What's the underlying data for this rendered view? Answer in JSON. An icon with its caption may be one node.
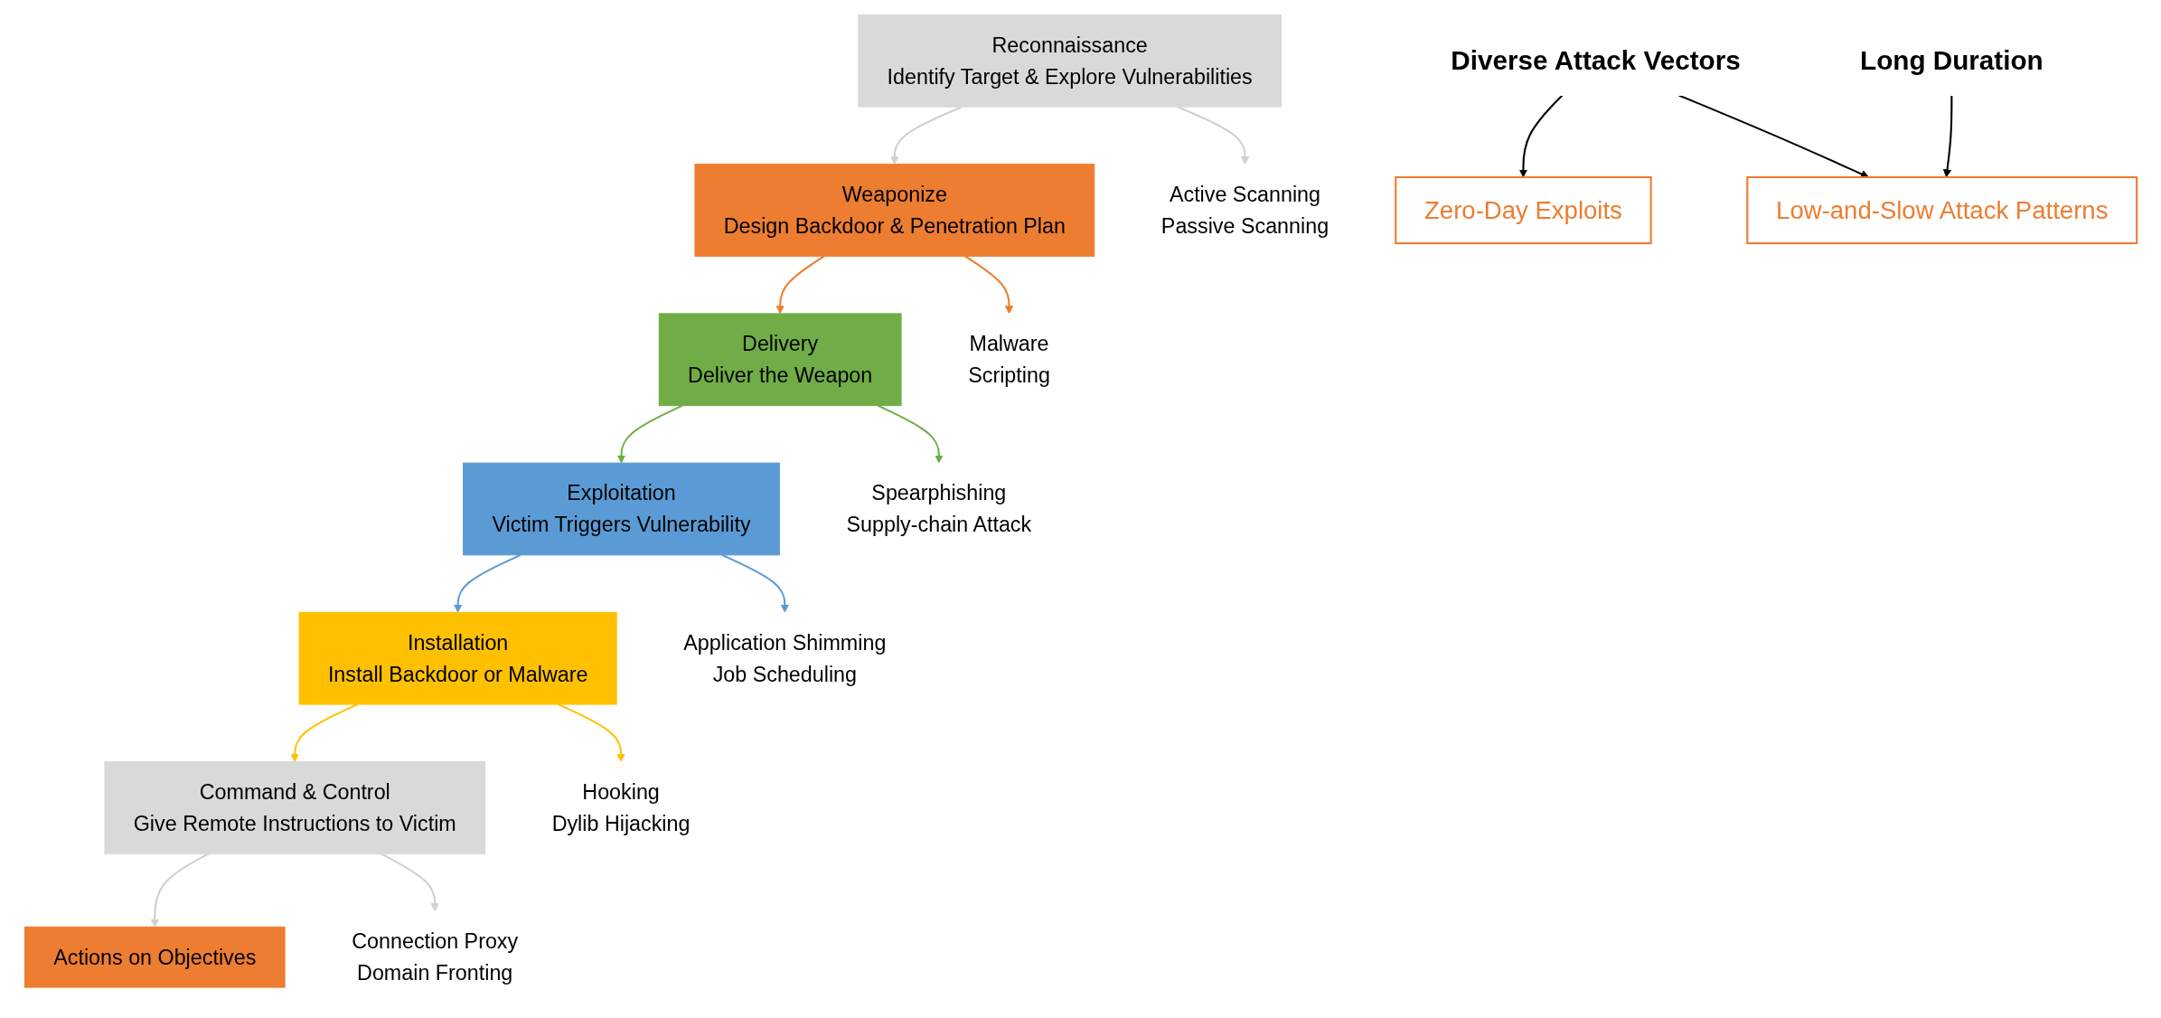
{
  "diagram": {
    "nodes": [
      {
        "text": [
          "Reconnaissance",
          "Identify Target & Explore Vulnerabilities"
        ]
      },
      {
        "text": [
          "Weaponize",
          "Design Backdoor & Penetration Plan"
        ]
      },
      {
        "text": [
          "Delivery",
          "Deliver the Weapon"
        ]
      },
      {
        "text": [
          "Exploitation",
          "Victim Triggers Vulnerability"
        ]
      },
      {
        "text": [
          "Installation",
          "Install Backdoor or Malware"
        ]
      },
      {
        "text": [
          "Command & Control",
          "Give Remote Instructions to Victim"
        ]
      },
      {
        "text": [
          "Actions on Objectives"
        ]
      },
      {
        "text": [
          "Active Scanning",
          "Passive Scanning"
        ]
      },
      {
        "text": [
          "Malware",
          "Scripting"
        ]
      },
      {
        "text": [
          "Spearphishing",
          "Supply-chain Attack"
        ]
      },
      {
        "text": [
          "Application Shimming",
          "Job Scheduling"
        ]
      },
      {
        "text": [
          "Hooking",
          "Dylib Hijacking"
        ]
      },
      {
        "text": [
          "Connection Proxy",
          "Domain Fronting"
        ]
      },
      {
        "text": [
          "Diverse Attack Vectors"
        ]
      },
      {
        "text": [
          "Zero-Day Exploits"
        ]
      },
      {
        "text": [
          "Long Duration"
        ]
      },
      {
        "text": [
          "Low-and-Slow Attack Patterns"
        ]
      }
    ],
    "edges": [
      {
        "from": 0,
        "to": 1,
        "arrow": "to",
        "color": "#d0d0d0"
      },
      {
        "from": 1,
        "to": 2,
        "arrow": "to",
        "color": "#ed7d31"
      },
      {
        "from": 2,
        "to": 3,
        "arrow": "to",
        "color": "#70ad47"
      },
      {
        "from": 3,
        "to": 4,
        "arrow": "to",
        "color": "#5b9bd5"
      },
      {
        "from": 4,
        "to": 5,
        "arrow": "to",
        "color": "#ffc000"
      },
      {
        "from": 5,
        "to": 6,
        "arrow": "to",
        "color": "#d0d0d0"
      },
      {
        "from": 0,
        "to": 7,
        "arrow": "to",
        "color": "#d0d0d0"
      },
      {
        "from": 1,
        "to": 8,
        "arrow": "to",
        "color": "#ed7d31"
      },
      {
        "from": 2,
        "to": 9,
        "arrow": "to",
        "color": "#70ad47"
      },
      {
        "from": 3,
        "to": 10,
        "arrow": "to",
        "color": "#5b9bd5"
      },
      {
        "from": 4,
        "to": 11,
        "arrow": "to",
        "color": "#ffc000"
      },
      {
        "from": 5,
        "to": 12,
        "arrow": "to",
        "color": "#d0d0d0"
      },
      {
        "from": 13,
        "to": 14,
        "arrow": "to",
        "color": "#000000"
      },
      {
        "from": 13,
        "to": 16,
        "arrow": "to",
        "color": "#000000"
      },
      {
        "from": 15,
        "to": 16,
        "arrow": "to",
        "color": "#000000"
      }
    ]
  }
}
